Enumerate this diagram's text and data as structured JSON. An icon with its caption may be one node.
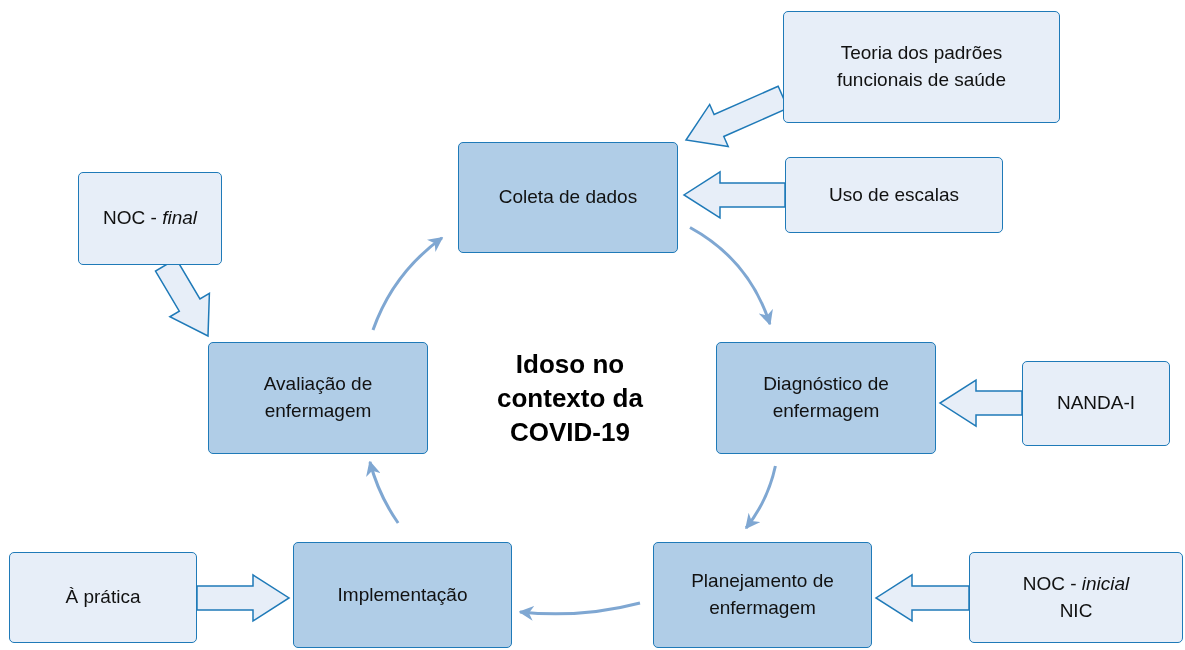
{
  "diagram": {
    "nodes": [
      {
        "text": [
          "Coleta de dados"
        ]
      },
      {
        "text": [
          "Diagnóstico de enfermagem"
        ]
      },
      {
        "text": [
          "Planejamento de enfermagem"
        ]
      },
      {
        "text": [
          "Implementação"
        ]
      },
      {
        "text": [
          "Avaliação de enfermagem"
        ]
      },
      {
        "text": [
          "Teoria dos padrões funcionais de saúde"
        ]
      },
      {
        "text": [
          "Uso de escalas"
        ]
      },
      {
        "text": [
          "NOC - *final*"
        ]
      },
      {
        "text": [
          "NANDA-I"
        ]
      },
      {
        "text": [
          "NOC - *inicial*",
          "NIC"
        ]
      },
      {
        "text": [
          "À prática"
        ]
      }
    ],
    "edges": [
      {
        "from": 0,
        "to": 1,
        "arrow": "to"
      },
      {
        "from": 1,
        "to": 2,
        "arrow": "to"
      },
      {
        "from": 2,
        "to": 3,
        "arrow": "to"
      },
      {
        "from": 3,
        "to": 4,
        "arrow": "to"
      },
      {
        "from": 4,
        "to": 0,
        "arrow": "to"
      },
      {
        "from": 5,
        "to": 0,
        "arrow": "to",
        "style": "thick"
      },
      {
        "from": 6,
        "to": 0,
        "arrow": "to",
        "style": "thick"
      },
      {
        "from": 7,
        "to": 4,
        "arrow": "to",
        "style": "thick"
      },
      {
        "from": 8,
        "to": 1,
        "arrow": "to",
        "style": "thick"
      },
      {
        "from": 9,
        "to": 2,
        "arrow": "to",
        "style": "thick"
      },
      {
        "from": 10,
        "to": 3,
        "arrow": "to",
        "style": "thick"
      }
    ],
    "labels": [
      "Idoso no contexto da COVID-19"
    ]
  }
}
